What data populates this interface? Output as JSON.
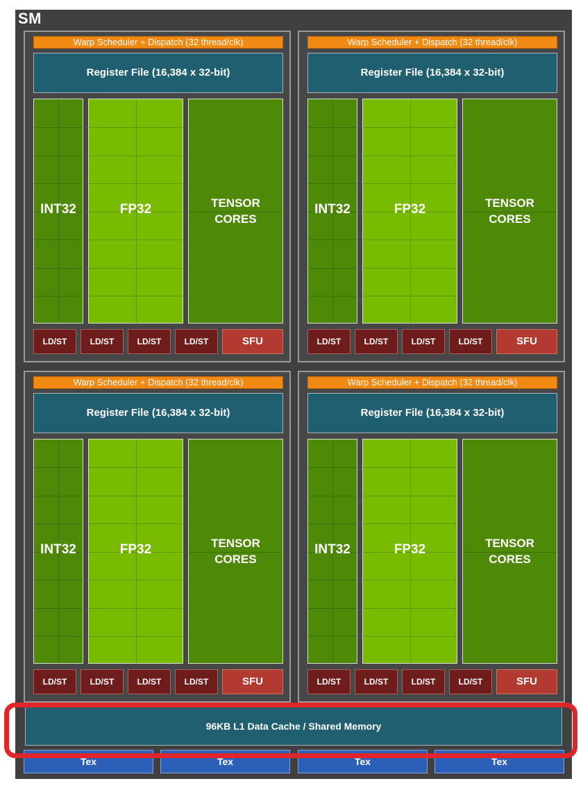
{
  "sm": {
    "title": "SM",
    "partitions": [
      {
        "warp": "Warp Scheduler + Dispatch (32 thread/clk)",
        "register_file": "Register File (16,384 x 32-bit)",
        "int_label": "INT32",
        "fp_label": "FP32",
        "tensor_label_1": "TENSOR",
        "tensor_label_2": "CORES",
        "ldst": [
          "LD/ST",
          "LD/ST",
          "LD/ST",
          "LD/ST"
        ],
        "sfu": "SFU"
      },
      {
        "warp": "Warp Scheduler + Dispatch (32 thread/clk)",
        "register_file": "Register File (16,384 x 32-bit)",
        "int_label": "INT32",
        "fp_label": "FP32",
        "tensor_label_1": "TENSOR",
        "tensor_label_2": "CORES",
        "ldst": [
          "LD/ST",
          "LD/ST",
          "LD/ST",
          "LD/ST"
        ],
        "sfu": "SFU"
      },
      {
        "warp": "Warp Scheduler + Dispatch (32 thread/clk)",
        "register_file": "Register File (16,384 x 32-bit)",
        "int_label": "INT32",
        "fp_label": "FP32",
        "tensor_label_1": "TENSOR",
        "tensor_label_2": "CORES",
        "ldst": [
          "LD/ST",
          "LD/ST",
          "LD/ST",
          "LD/ST"
        ],
        "sfu": "SFU"
      },
      {
        "warp": "Warp Scheduler + Dispatch (32 thread/clk)",
        "register_file": "Register File (16,384 x 32-bit)",
        "int_label": "INT32",
        "fp_label": "FP32",
        "tensor_label_1": "TENSOR",
        "tensor_label_2": "CORES",
        "ldst": [
          "LD/ST",
          "LD/ST",
          "LD/ST",
          "LD/ST"
        ],
        "sfu": "SFU"
      }
    ],
    "l1_cache": "96KB L1 Data Cache / Shared Memory",
    "tex_units": [
      "Tex",
      "Tex",
      "Tex",
      "Tex"
    ]
  },
  "colors": {
    "warp_scheduler": "#f08a12",
    "register_file": "#1f5f6f",
    "int32": "#4e8a08",
    "fp32": "#78bb00",
    "tensor_cores": "#4e8a08",
    "ldst": "#6e1c1c",
    "sfu": "#b23a30",
    "tex": "#2c5fb8",
    "highlight": "#e0262a"
  }
}
